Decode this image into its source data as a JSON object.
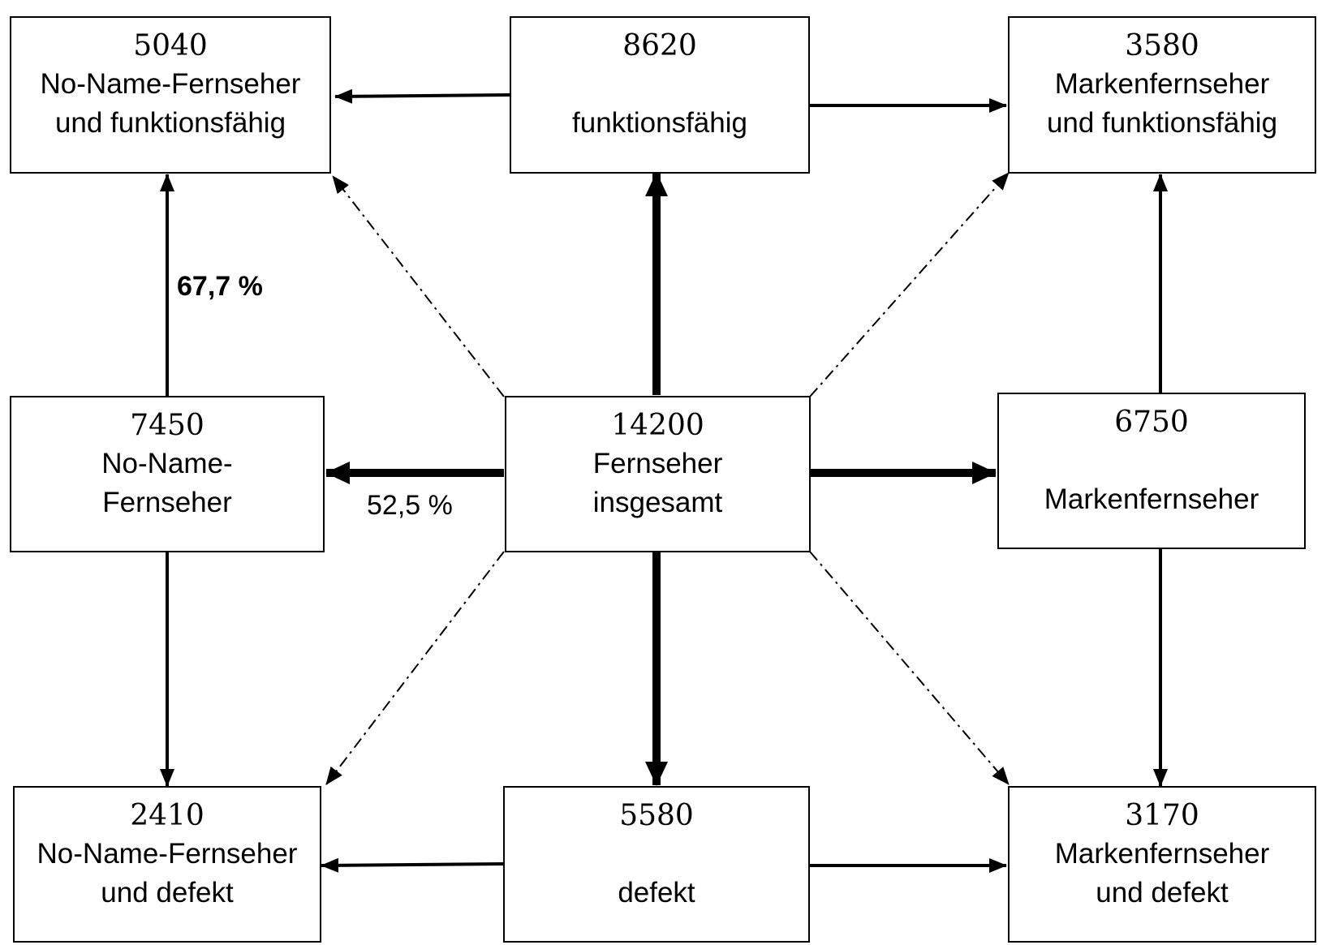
{
  "nodes": {
    "noname_funktionsfaehig": {
      "count": "5040",
      "line1": "No-Name-Fernseher",
      "line2": "und funktionsfähig"
    },
    "funktionsfaehig": {
      "count": "8620",
      "line1": "funktionsfähig"
    },
    "marken_funktionsfaehig": {
      "count": "3580",
      "line1": "Markenfernseher",
      "line2": "und funktionsfähig"
    },
    "noname": {
      "count": "7450",
      "line1": "No-Name-",
      "line2": "Fernseher"
    },
    "insgesamt": {
      "count": "14200",
      "line1": "Fernseher",
      "line2": "insgesamt"
    },
    "marken": {
      "count": "6750",
      "line1": "Markenfernseher"
    },
    "noname_defekt": {
      "count": "2410",
      "line1": "No-Name-Fernseher",
      "line2": "und defekt"
    },
    "defekt": {
      "count": "5580",
      "line1": "defekt"
    },
    "marken_defekt": {
      "count": "3170",
      "line1": "Markenfernseher",
      "line2": "und defekt"
    }
  },
  "edge_labels": {
    "noname_to_funktionsfaehig": "67,7 %",
    "insgesamt_to_noname": "52,5 %"
  }
}
